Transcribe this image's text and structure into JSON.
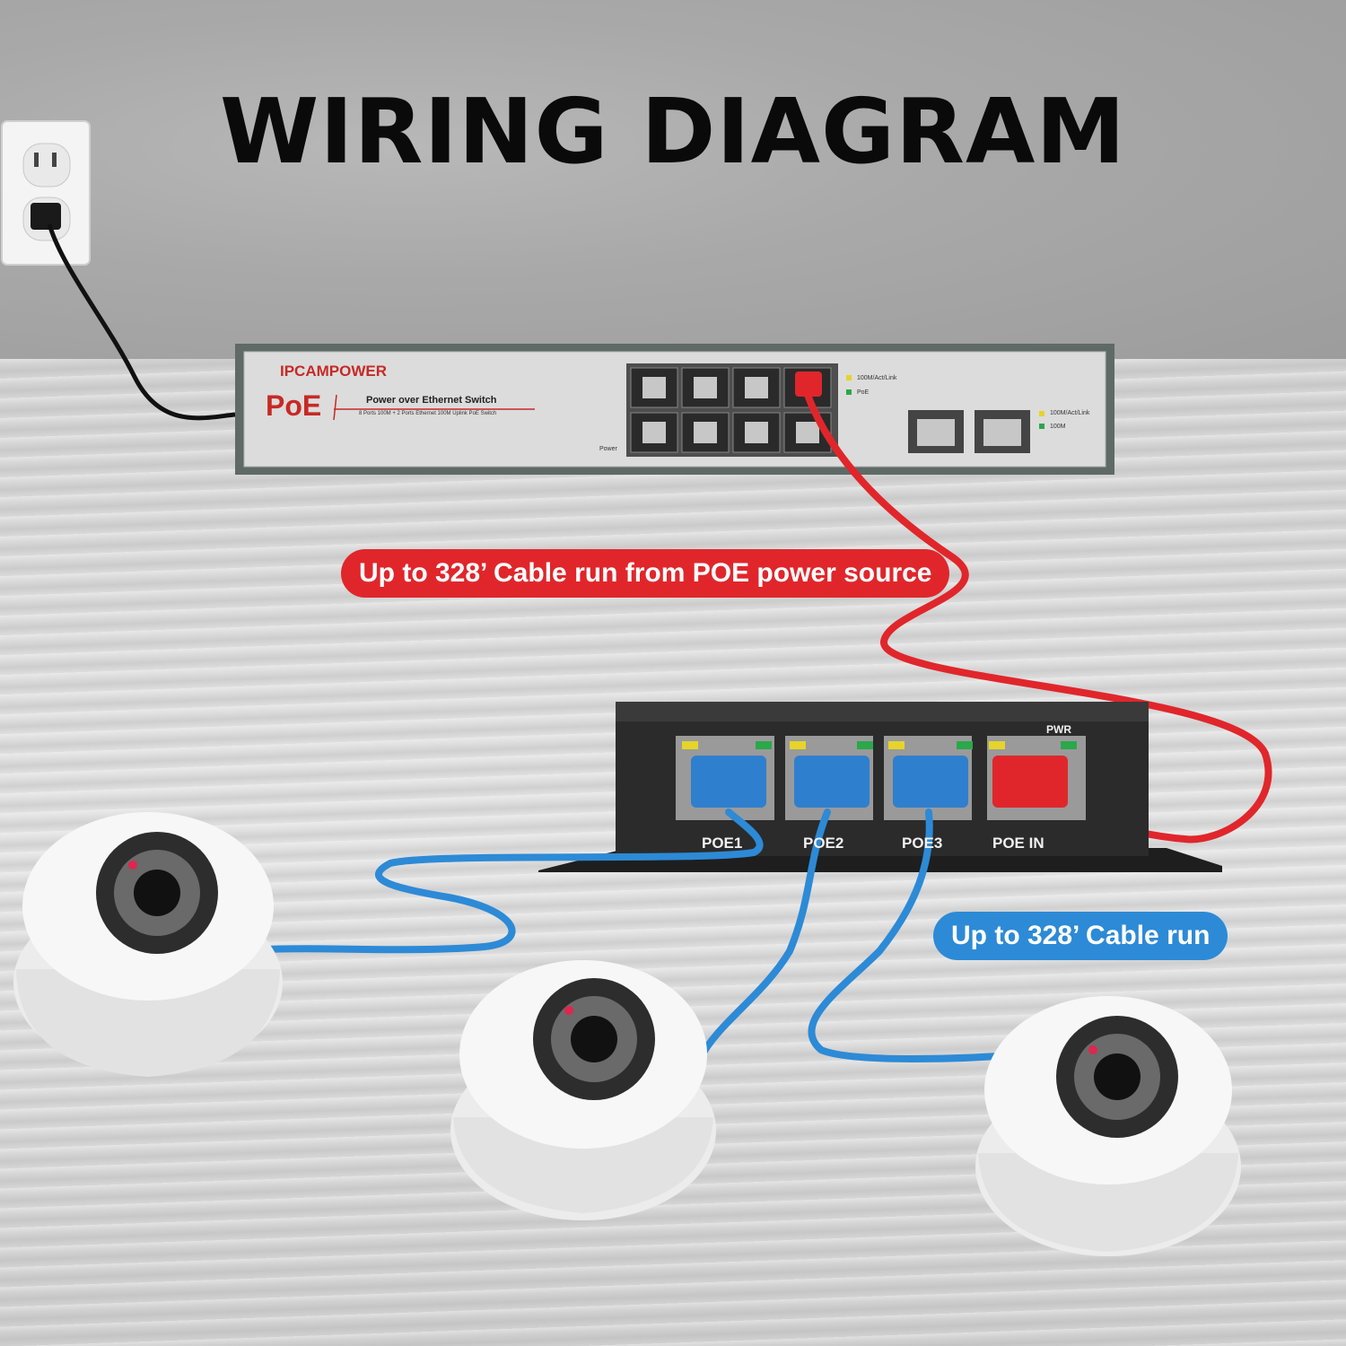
{
  "title": "WIRING DIAGRAM",
  "switch": {
    "brand": "IPCAMPOWER",
    "poe_mark": "PoE",
    "name": "Power over Ethernet Switch",
    "subtitle": "8 Ports 100M + 2 Ports Ethernet 100M Uplink PoE Switch",
    "led_legend_1": "100M/Act/Link",
    "led_legend_2": "PoE",
    "led_legend_3": "100M/Act/Link",
    "led_legend_4": "100M",
    "power_label": "Power"
  },
  "cable_label_red": "Up to 328’ Cable run from POE power source",
  "cable_label_blue": "Up to 328’ Cable run",
  "injector": {
    "ports": [
      "POE1",
      "POE2",
      "POE3",
      "POE IN"
    ],
    "pwr_label": "PWR"
  },
  "colors": {
    "red_cable": "#e0262b",
    "blue_cable": "#2d8ad6",
    "title": "#0a0a0a"
  }
}
